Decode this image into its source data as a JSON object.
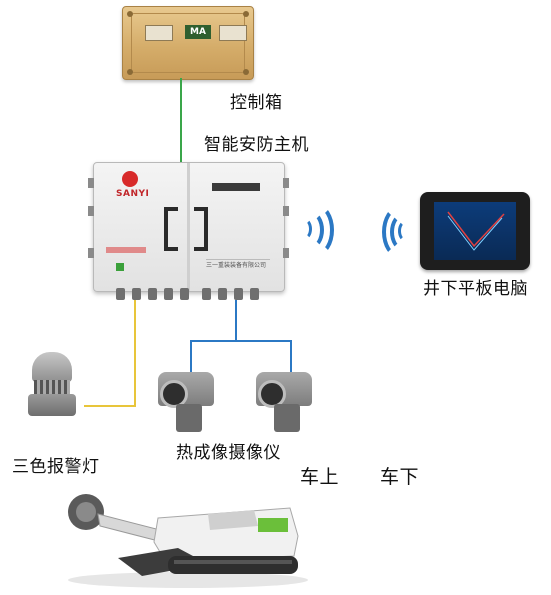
{
  "labels": {
    "control_box": "控制箱",
    "host": "智能安防主机",
    "tablet": "井下平板电脑",
    "alarm_light": "三色报警灯",
    "camera": "热成像摄像仪",
    "on_vehicle": "车上",
    "off_vehicle": "车下"
  },
  "host_device": {
    "brand": "SANYI",
    "nameplate": "三一重装装备有限公司"
  },
  "control_box_device": {
    "badge": "MA"
  },
  "colors": {
    "green_link": "#3aa64a",
    "yellow_link": "#e8c53a",
    "blue_link": "#2b78c4",
    "wifi": "#2b78c4"
  }
}
